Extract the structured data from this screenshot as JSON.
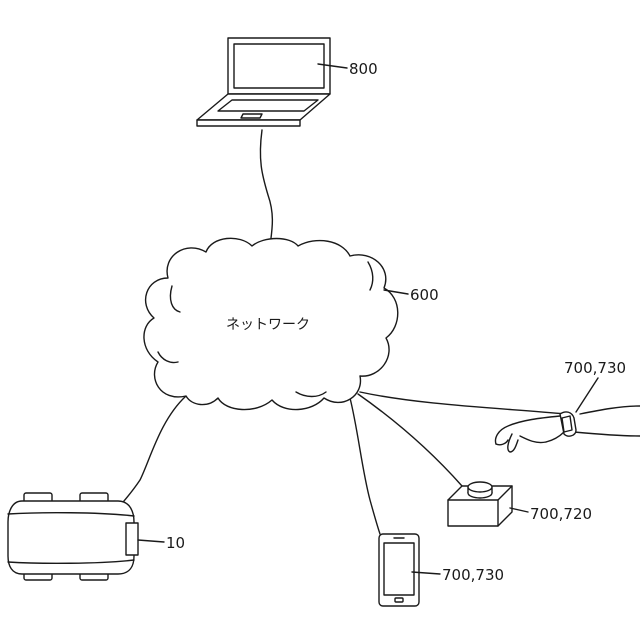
{
  "diagram": {
    "network_label": "ネットワーク",
    "refs": {
      "laptop": "800",
      "network": "600",
      "wearable": "700,730",
      "button_device": "700,720",
      "smartphone": "700,730",
      "robot": "10"
    }
  },
  "icons": {
    "laptop": "laptop-icon",
    "cloud": "cloud-icon",
    "wrist": "wristwatch-hand-icon",
    "button": "push-button-device-icon",
    "phone": "smartphone-icon",
    "robot": "robot-cleaner-icon"
  }
}
